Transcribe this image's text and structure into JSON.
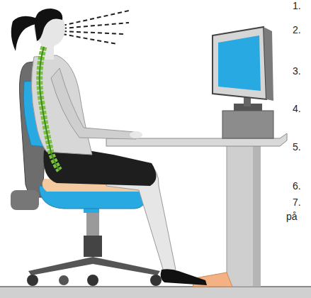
{
  "diagram": {
    "labels": [
      "1.",
      "2.",
      "3.",
      "4.",
      "5.",
      "6.",
      "7.",
      "på"
    ]
  }
}
